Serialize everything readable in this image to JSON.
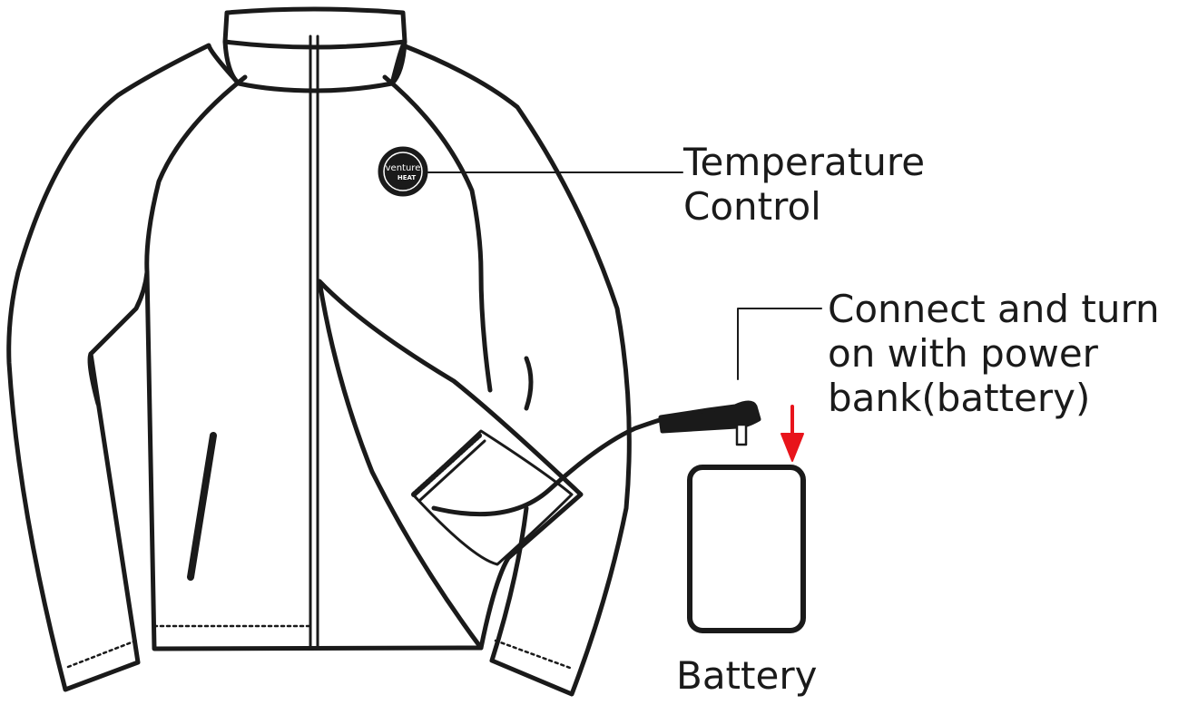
{
  "labels": {
    "temperature_control": [
      "Temperature",
      "Control"
    ],
    "connect_instruction": [
      "Connect and turn",
      "on with power",
      "bank(battery)"
    ],
    "battery": "Battery"
  },
  "logo": {
    "brand_line1": "venture",
    "brand_line2": "HEAT"
  },
  "colors": {
    "stroke": "#1a1a1a",
    "arrow": "#e8141b",
    "background": "#ffffff"
  }
}
